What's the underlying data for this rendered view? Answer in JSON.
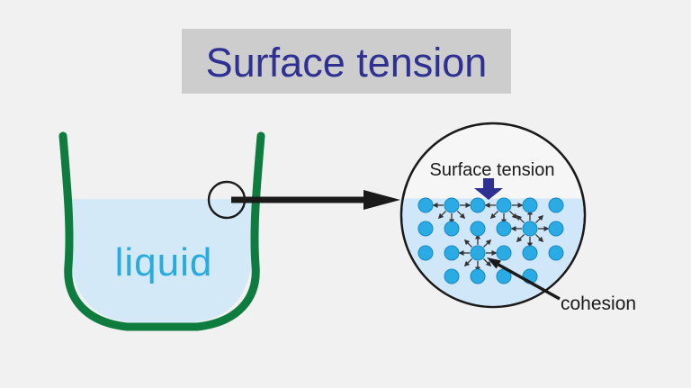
{
  "background_color": "#f1f1f2",
  "title": {
    "text": "Surface tension",
    "text_color": "#2e3192",
    "box_color": "#cdcdce"
  },
  "beaker": {
    "label": "liquid",
    "label_color": "#29abe2",
    "glass_color": "#0e7c3e",
    "liquid_color": "#d4e9f7"
  },
  "magnifier": {
    "label": "Surface tension",
    "cohesion_label": "cohesion",
    "tension_arrow_color": "#2e3192",
    "outline_color": "#1a1a1a",
    "inner_fill": "#f6f6f7",
    "liquid_color": "#cfe7f8"
  },
  "molecules": {
    "color": "#2aabe4",
    "border_color": "#1887c5",
    "radius": 8,
    "columns_x": [
      473,
      502,
      531,
      560,
      589,
      618
    ],
    "rows_y": [
      228,
      254,
      281,
      307
    ],
    "present": [
      [
        1,
        1,
        1,
        1,
        1,
        1
      ],
      [
        1,
        1,
        1,
        1,
        1,
        1
      ],
      [
        1,
        1,
        1,
        1,
        1,
        1
      ],
      [
        0,
        1,
        1,
        1,
        1,
        0
      ]
    ],
    "surface_force_molecules": [
      {
        "row": 0,
        "col": 1
      },
      {
        "row": 0,
        "col": 3
      }
    ],
    "full_force_molecules": [
      {
        "row": 1,
        "col": 4
      },
      {
        "row": 2,
        "col": 2
      }
    ],
    "force_arrow_color": "#333333",
    "force_arrow_inner": 9,
    "force_arrow_outer": 20
  }
}
